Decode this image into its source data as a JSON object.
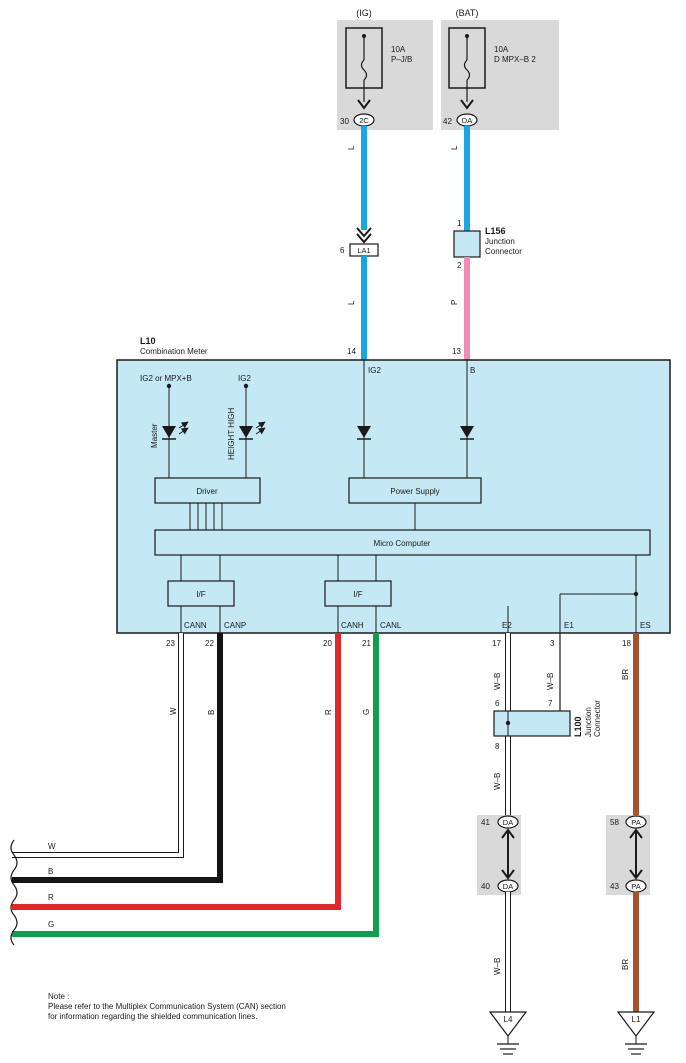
{
  "colors": {
    "wire_L": "#1aa6e4",
    "wire_P": "#f08cb4",
    "wire_W": "#ffffff",
    "wire_B": "#141414",
    "wire_R": "#e3262b",
    "wire_G": "#0fa04b",
    "wire_BR": "#a8532c",
    "wire_WB": "#ffffff",
    "meter_fill": "#c5e8f5",
    "fuse_box": "#d9d9d9",
    "connector_fill": "#c5e8f5"
  },
  "fuses": {
    "ig": {
      "source": "(IG)",
      "rating": "10A",
      "name": "P–J/B",
      "pin": "30",
      "conn": "2C"
    },
    "bat": {
      "source": "(BAT)",
      "rating": "10A",
      "name": "D MPX–B 2",
      "pin": "42",
      "conn": "DA"
    }
  },
  "wires": {
    "ig_upper": "L",
    "ig_lower": "L",
    "bat_upper": "L",
    "bat_lower": "P",
    "canl_low": "W",
    "canp_low": "B",
    "canh": "R",
    "canl": "G",
    "e2": "W–B",
    "e1": "W–B",
    "e2_lower": "W–B",
    "ground_lower": "W–B",
    "es": "BR",
    "es_lower": "BR",
    "left_w": "W",
    "left_b": "B",
    "left_r": "R",
    "left_g": "G"
  },
  "connectors": {
    "la1": {
      "pin": "6",
      "label": "LA1"
    },
    "l156": {
      "pin_top": "1",
      "pin_bottom": "2",
      "code": "L156",
      "line1": "Junction",
      "line2": "Connector"
    },
    "l100": {
      "pin_left": "6",
      "pin_right": "7",
      "pin_bottom": "8",
      "code": "L100",
      "line1": "Junction",
      "line2": "Connector"
    },
    "da_top": {
      "pin": "41",
      "label": "DA"
    },
    "da_bot": {
      "pin": "40",
      "label": "DA"
    },
    "pa_top": {
      "pin": "58",
      "label": "PA"
    },
    "pa_bot": {
      "pin": "43",
      "label": "PA"
    }
  },
  "meter": {
    "code": "L10",
    "name": "Combination Meter",
    "pin_ig2": "14",
    "pin_b": "13",
    "label_ig2_in": "IG2",
    "label_b_in": "B",
    "led1_supply": "IG2 or MPX+B",
    "led1_name": "Master",
    "led2_supply": "IG2",
    "led2_name": "HEIGHT HIGH",
    "driver": "Driver",
    "power_supply": "Power Supply",
    "micro": "Micro Computer",
    "if1": "I/F",
    "if2": "I/F",
    "canN": "CANN",
    "canP": "CANP",
    "canH": "CANH",
    "canL": "CANL",
    "e2": "E2",
    "e1": "E1",
    "es": "ES",
    "pin_23": "23",
    "pin_22": "22",
    "pin_20": "20",
    "pin_21": "21",
    "pin_17": "17",
    "pin_3": "3",
    "pin_18": "18"
  },
  "grounds": {
    "l4": "L4",
    "l1": "L1"
  },
  "note": {
    "title": "Note :",
    "line1": "Please refer to the Multiplex Communication System (CAN) section",
    "line2": "for information regarding the shielded communication lines."
  }
}
